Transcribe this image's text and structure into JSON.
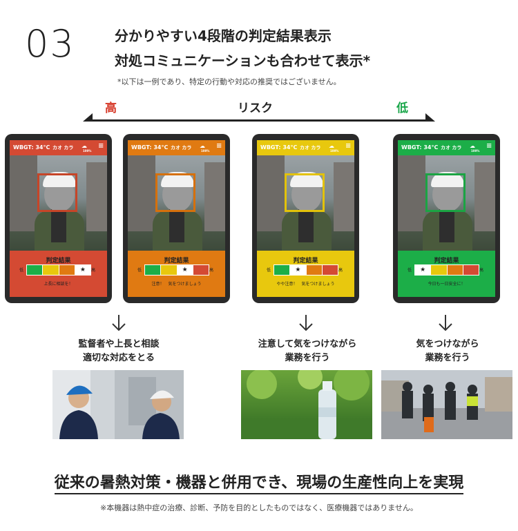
{
  "section_number": "03",
  "heading_line1": "分かりやすい4段階の判定結果表示",
  "heading_line2": "対処コミュニケーションも合わせて表示*",
  "example_note": "*以下は一例であり、特定の行動や対応の推奨ではございません。",
  "risk_scale": {
    "high": "高",
    "label": "リスク",
    "low": "低",
    "high_color": "#d63a2a",
    "low_color": "#1aa64a"
  },
  "tablets": [
    {
      "level": 4,
      "color": "#d44a33",
      "box_color": "#c64528",
      "header": "WBGT: 34°C",
      "logo": "カオ カラ",
      "battery": "100%",
      "panel_title": "判定結果",
      "low_label": "低",
      "high_label": "高",
      "message": "上長に相談を！"
    },
    {
      "level": 3,
      "color": "#e07a12",
      "box_color": "#d6700c",
      "header": "WBGT: 34°C",
      "logo": "カオ カラ",
      "battery": "100%",
      "panel_title": "判定結果",
      "low_label": "低",
      "high_label": "高",
      "message": "注意！　気をつけましょう"
    },
    {
      "level": 2,
      "color": "#e8c80e",
      "box_color": "#e3c20a",
      "header": "WBGT: 34°C",
      "logo": "カオ カラ",
      "battery": "100%",
      "panel_title": "判定結果",
      "low_label": "低",
      "high_label": "高",
      "message": "やや注意！　気をつけましょう"
    },
    {
      "level": 1,
      "color": "#1cae48",
      "box_color": "#1ba443",
      "header": "WBGT: 34°C",
      "logo": "カオ カラ",
      "battery": "100%",
      "panel_title": "判定結果",
      "low_label": "低",
      "high_label": "高",
      "message": "今日も一日安全に！"
    }
  ],
  "meter_colors": [
    "#1cae48",
    "#e8c80e",
    "#e07a12",
    "#d44a33"
  ],
  "marker_glyph": "★",
  "actions": [
    {
      "line1": "監督者や上長と相談",
      "line2": "適切な対応をとる"
    },
    {
      "line1": "注意して気をつけながら",
      "line2": "業務を行う"
    },
    {
      "line1": "気をつけながら",
      "line2": "業務を行う"
    }
  ],
  "bottom_title": "従来の暑熱対策・機器と併用でき、現場の生産性向上を実現",
  "disclaimer": "※本機器は熱中症の治療、診断、予防を目的としたものではなく、医療機器ではありません。"
}
